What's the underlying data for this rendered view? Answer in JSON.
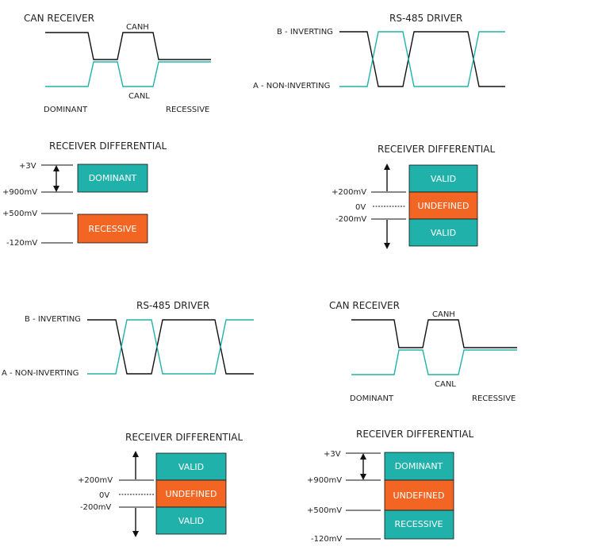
{
  "colors": {
    "teal": "#20b2aa",
    "orange": "#f26522",
    "line": "#111111",
    "text": "#222222"
  },
  "can_top": {
    "title": "CAN RECEIVER",
    "canh": "CANH",
    "canl": "CANL",
    "dominant": "DOMINANT",
    "recessive": "RECESSIVE"
  },
  "rs_top": {
    "title": "RS-485 DRIVER",
    "b_label": "B - INVERTING",
    "a_label": "A - NON-INVERTING"
  },
  "can_diff_top": {
    "title": "RECEIVER DIFFERENTIAL",
    "v1": "+3V",
    "v2": "+900mV",
    "v3": "+500mV",
    "v4": "-120mV",
    "box_dominant": "DOMINANT",
    "box_recessive": "RECESSIVE"
  },
  "rs_diff_top": {
    "title": "RECEIVER DIFFERENTIAL",
    "v1": "+200mV",
    "v2": "0V",
    "v3": "-200mV",
    "box_valid_top": "VALID",
    "box_undefined": "UNDEFINED",
    "box_valid_bottom": "VALID"
  },
  "rs_bottom": {
    "title": "RS-485 DRIVER",
    "b_label": "B - INVERTING",
    "a_label": "A - NON-INVERTING"
  },
  "can_bottom": {
    "title": "CAN RECEIVER",
    "canh": "CANH",
    "canl": "CANL",
    "dominant": "DOMINANT",
    "recessive": "RECESSIVE"
  },
  "rs_diff_bottom": {
    "title": "RECEIVER DIFFERENTIAL",
    "v1": "+200mV",
    "v2": "0V",
    "v3": "-200mV",
    "box_valid_top": "VALID",
    "box_undefined": "UNDEFINED",
    "box_valid_bottom": "VALID"
  },
  "can_diff_bottom": {
    "title": "RECEIVER DIFFERENTIAL",
    "v1": "+3V",
    "v2": "+900mV",
    "v3": "+500mV",
    "v4": "-120mV",
    "box_dominant": "DOMINANT",
    "box_undefined": "UNDEFINED",
    "box_recessive": "RECESSIVE"
  }
}
